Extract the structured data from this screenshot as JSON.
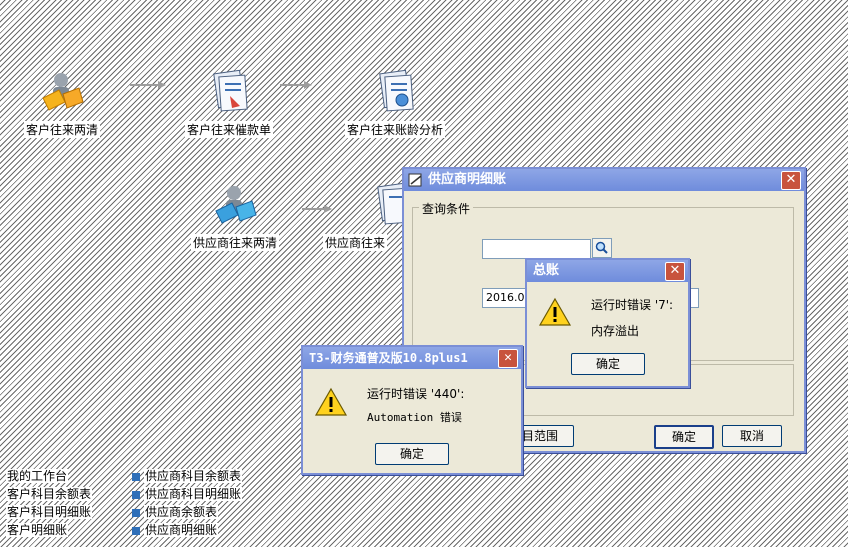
{
  "flow": {
    "items": [
      {
        "label": "客户往来两清"
      },
      {
        "label": "客户往来催款单"
      },
      {
        "label": "客户往来账龄分析"
      },
      {
        "label": "供应商往来两清"
      },
      {
        "label": "供应商往来"
      }
    ]
  },
  "bottom_links": {
    "left": [
      "我的工作台",
      "客户科目余额表",
      "客户科目明细账",
      "客户明细账"
    ],
    "right": [
      "供应商科目余额表",
      "供应商科目明细账",
      "供应商余额表",
      "供应商明细账"
    ]
  },
  "supplier_window": {
    "title": "供应商明细账",
    "group_label": "查询条件",
    "date_value": "2016.01",
    "range_button": "目范围",
    "ok_button": "确定",
    "cancel_button": "取消"
  },
  "zongzhang_dialog": {
    "title": "总账",
    "message1": "运行时错误 '7':",
    "message2": "内存溢出",
    "ok_button": "确定"
  },
  "t3_dialog": {
    "title": "T3-财务通普及版10.8plus1",
    "message1": "运行时错误 '440':",
    "message2": "Automation 错误",
    "ok_button": "确定"
  },
  "colors": {
    "titlebar": "#7b96e0",
    "close": "#c8533d",
    "dialog_bg": "#ece9d8"
  }
}
